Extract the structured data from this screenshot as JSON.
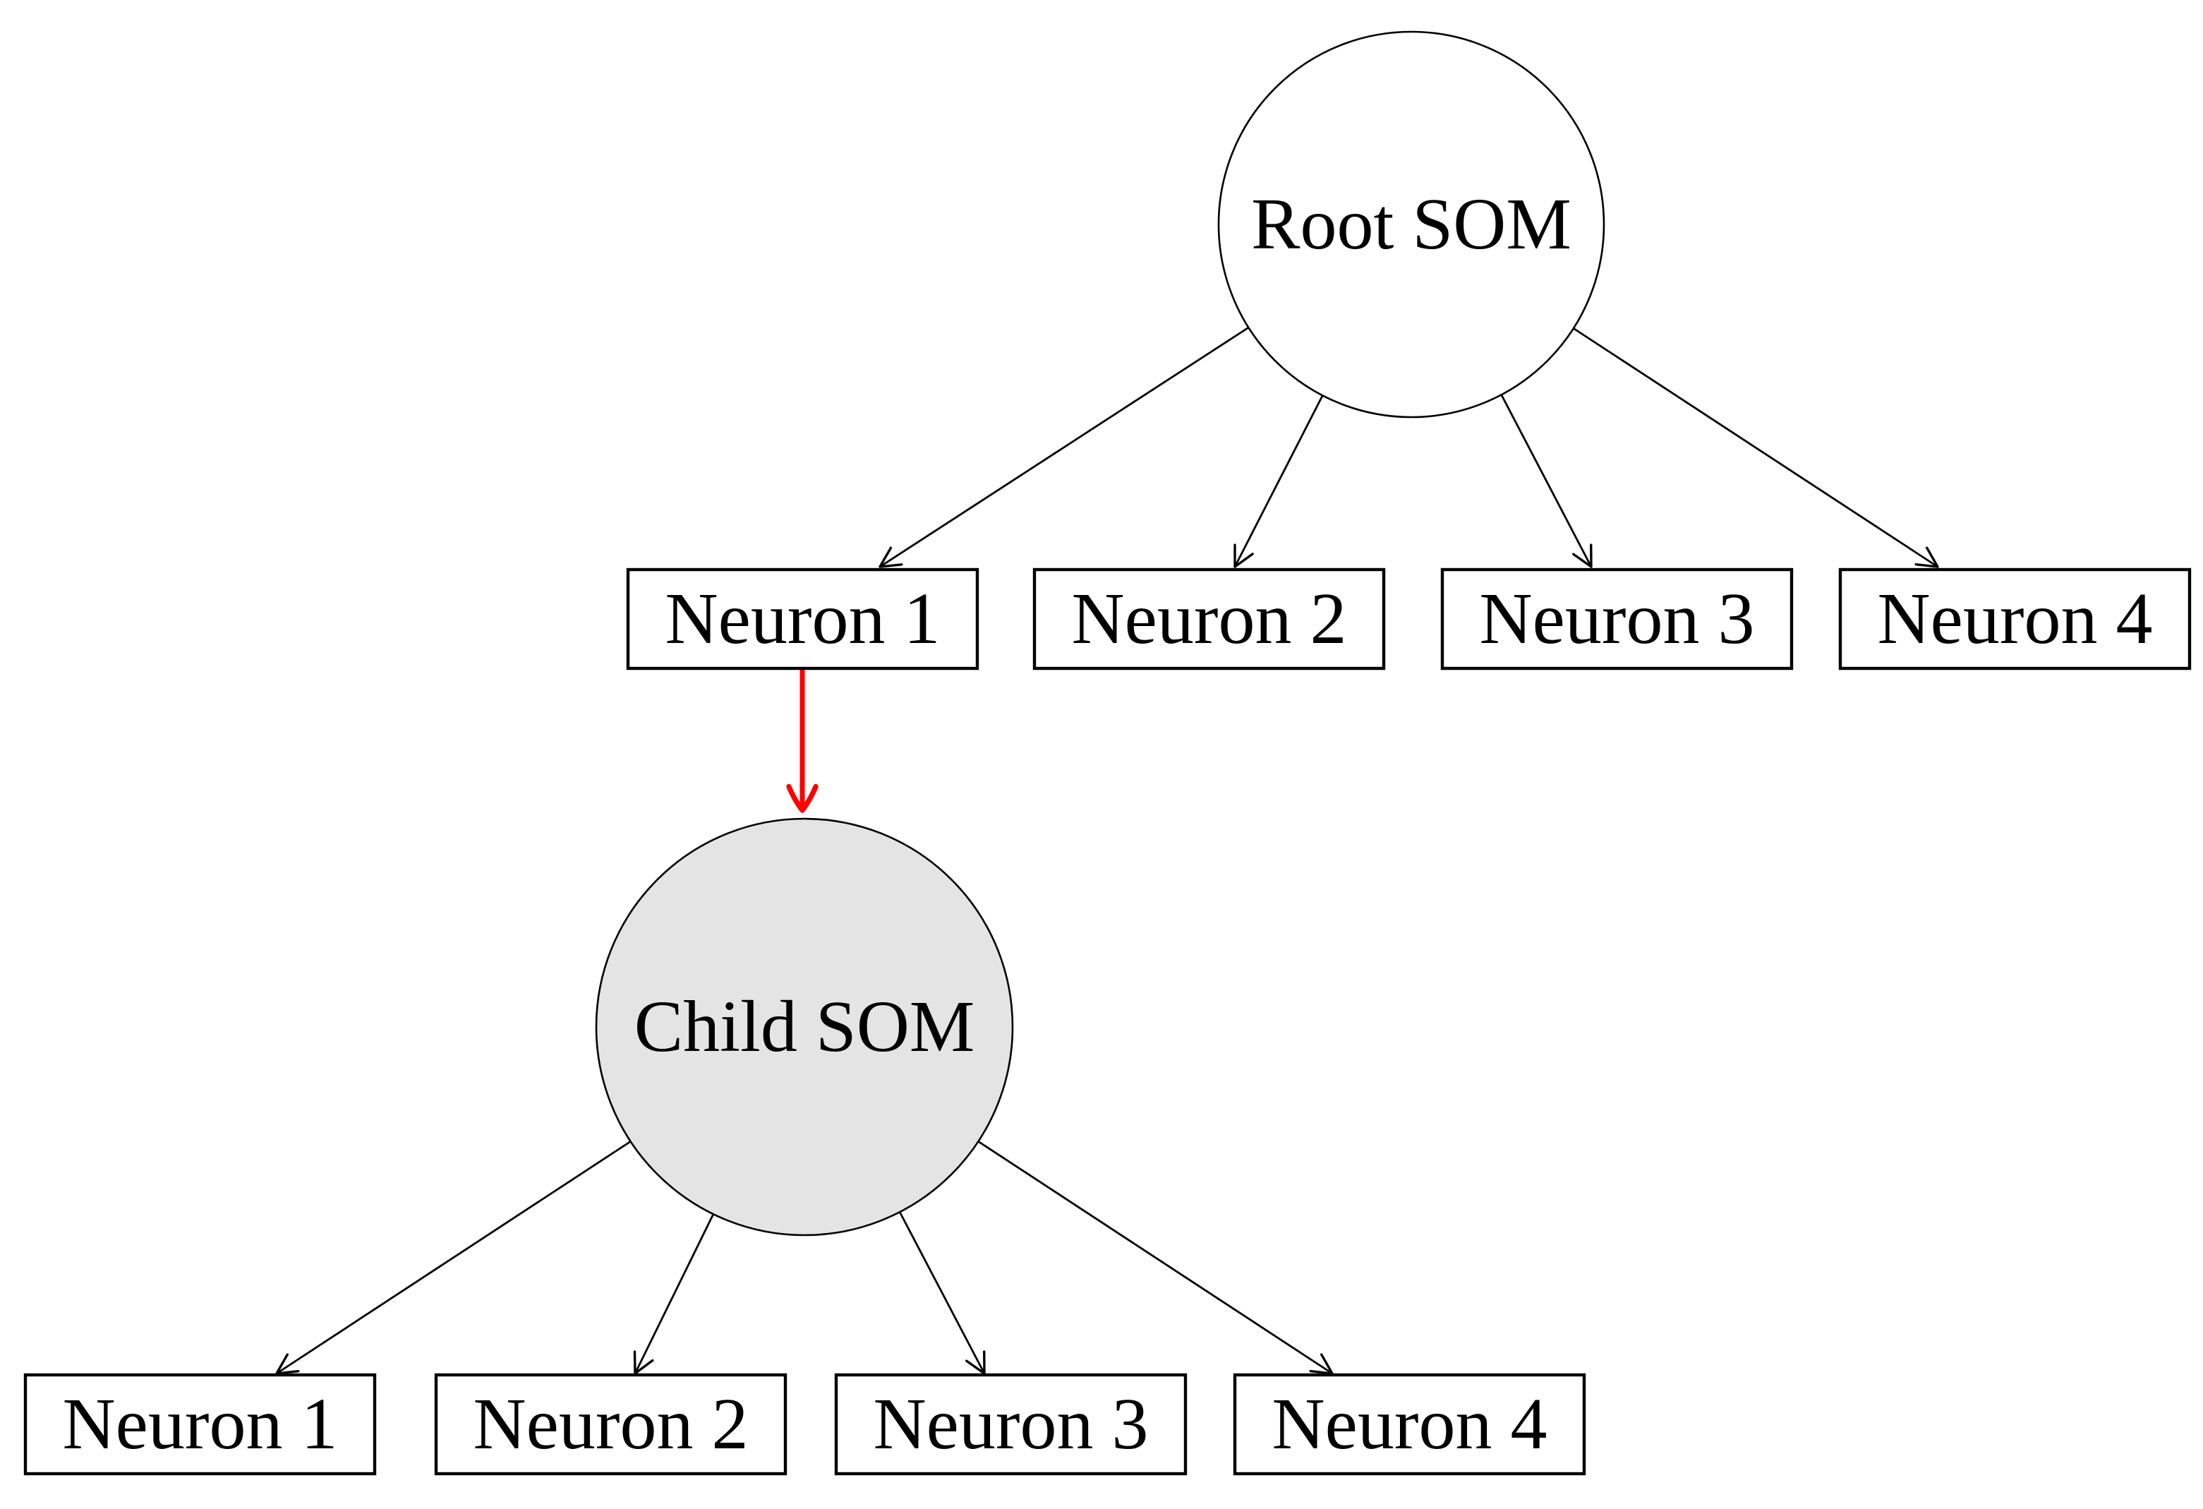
{
  "diagram": {
    "background_color": "#ffffff",
    "line_color": "#000000",
    "highlight_color": "#ff0000",
    "root_som": {
      "label": "Root SOM",
      "shape": "circle",
      "fill": "#ffffff"
    },
    "child_som": {
      "label": "Child SOM",
      "shape": "circle",
      "fill": "#e4e4e4"
    },
    "root_neurons": [
      {
        "label": "Neuron 1"
      },
      {
        "label": "Neuron 2"
      },
      {
        "label": "Neuron 3"
      },
      {
        "label": "Neuron 4"
      }
    ],
    "child_neurons": [
      {
        "label": "Neuron 1"
      },
      {
        "label": "Neuron 2"
      },
      {
        "label": "Neuron 3"
      },
      {
        "label": "Neuron 4"
      }
    ],
    "edges": [
      {
        "from": "Root SOM",
        "to": "Neuron 1",
        "level": "root",
        "color": "#000000"
      },
      {
        "from": "Root SOM",
        "to": "Neuron 2",
        "level": "root",
        "color": "#000000"
      },
      {
        "from": "Root SOM",
        "to": "Neuron 3",
        "level": "root",
        "color": "#000000"
      },
      {
        "from": "Root SOM",
        "to": "Neuron 4",
        "level": "root",
        "color": "#000000"
      },
      {
        "from": "Neuron 1",
        "to": "Child SOM",
        "level": "expansion",
        "color": "#ff0000"
      },
      {
        "from": "Child SOM",
        "to": "Neuron 1",
        "level": "child",
        "color": "#000000"
      },
      {
        "from": "Child SOM",
        "to": "Neuron 2",
        "level": "child",
        "color": "#000000"
      },
      {
        "from": "Child SOM",
        "to": "Neuron 3",
        "level": "child",
        "color": "#000000"
      },
      {
        "from": "Child SOM",
        "to": "Neuron 4",
        "level": "child",
        "color": "#000000"
      }
    ]
  }
}
